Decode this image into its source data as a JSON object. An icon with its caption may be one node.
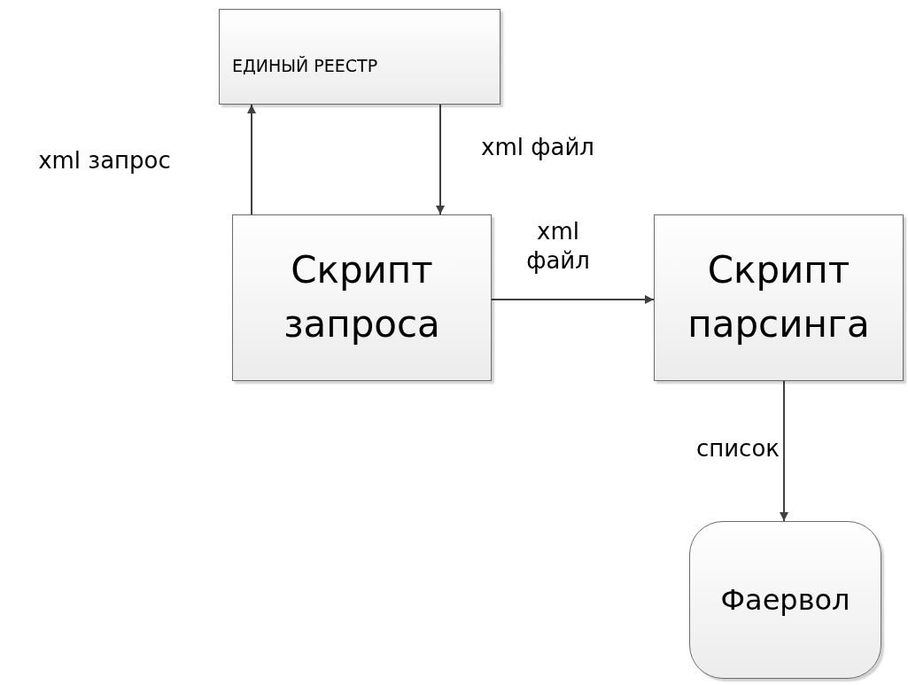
{
  "diagram": {
    "nodes": [
      {
        "text": [
          "ЕДИНЫЙ РЕЕСТР"
        ]
      },
      {
        "text": [
          "Скрипт запроса"
        ]
      },
      {
        "text": [
          "Скрипт парсинга"
        ]
      },
      {
        "text": [
          "Фаервол"
        ]
      }
    ],
    "edges": [
      {
        "from": 1,
        "to": 0,
        "arrow": "to",
        "label": "xml запрос"
      },
      {
        "from": 0,
        "to": 1,
        "arrow": "to",
        "label": "xml файл"
      },
      {
        "from": 1,
        "to": 2,
        "arrow": "to",
        "label": "xml файл"
      },
      {
        "from": 2,
        "to": 3,
        "arrow": "to",
        "label": "список"
      }
    ]
  }
}
